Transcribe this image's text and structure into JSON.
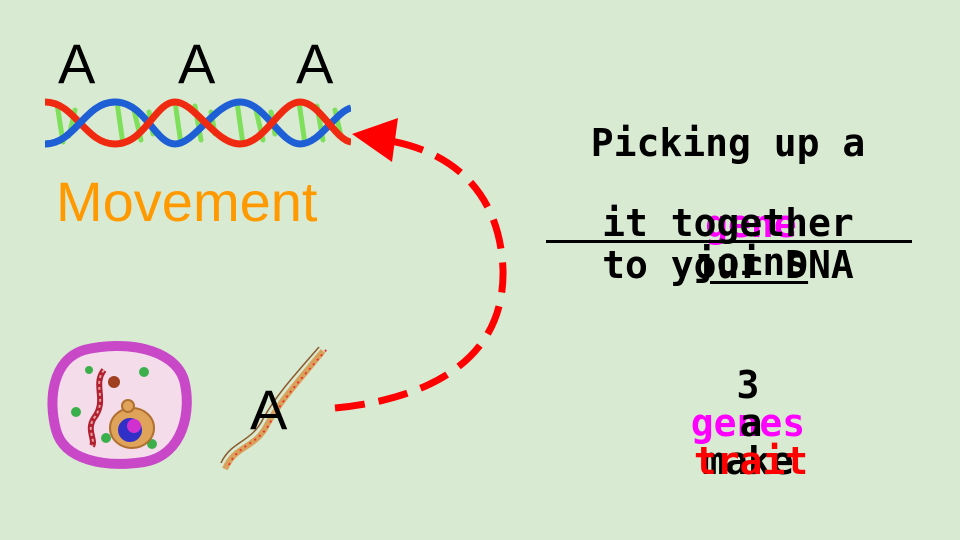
{
  "dna": {
    "letters": [
      "A",
      "A",
      "A"
    ],
    "trait_label": "Movement"
  },
  "pickup": {
    "letter": "A"
  },
  "explanation": {
    "line1": "Picking up a",
    "line2_gene": "gene",
    "line2_joins": "joins",
    "line3": "it together",
    "line4": "to your DNA",
    "line5_num": "3",
    "line5_genes": "genes",
    "line5_make": "make",
    "line6_a": "a",
    "line6_trait": "trait"
  },
  "colors": {
    "background": "#d9ead3",
    "gene_highlight": "#ff00ff",
    "trait_highlight": "#ff0000",
    "trait_label": "#ff9900",
    "arrow": "#ff0000"
  },
  "icons": [
    "dna-helix-icon",
    "cell-icon",
    "gene-strand-icon",
    "dashed-arrow-icon"
  ]
}
